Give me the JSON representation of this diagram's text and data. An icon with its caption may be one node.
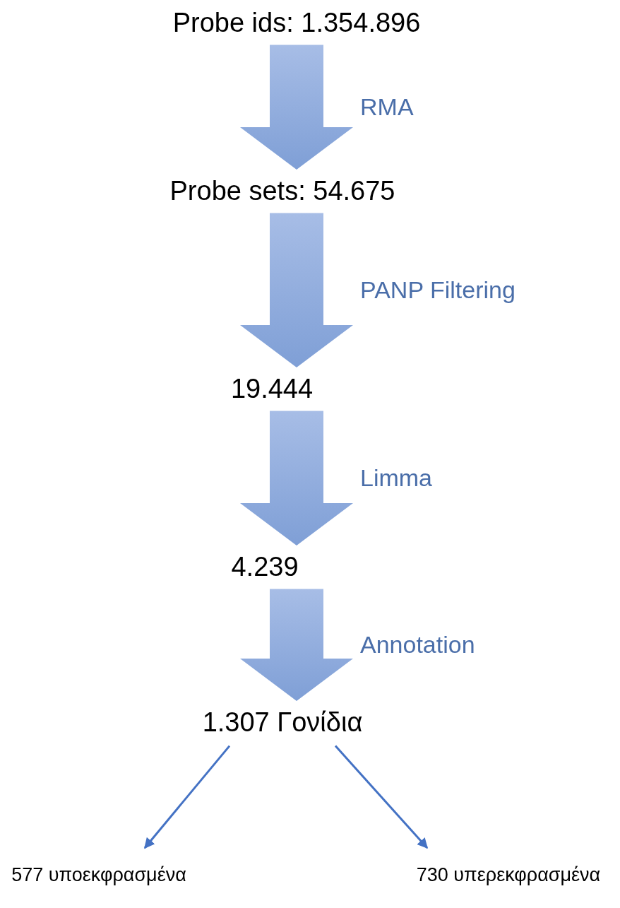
{
  "diagram": {
    "nodes": [
      {
        "text": [
          "Probe ids: 1.354.896"
        ]
      },
      {
        "text": [
          "Probe sets: 54.675"
        ]
      },
      {
        "text": [
          "19.444"
        ]
      },
      {
        "text": [
          "4.239"
        ]
      },
      {
        "text": [
          "1.307 Γονίδια"
        ]
      },
      {
        "text": [
          "577 υποεκφρασμένα"
        ]
      },
      {
        "text": [
          "730 υπερεκφρασμένα"
        ]
      }
    ],
    "edges": [
      {
        "from": 0,
        "to": 1,
        "arrow": "to",
        "label": "RMA",
        "style": "thick"
      },
      {
        "from": 1,
        "to": 2,
        "arrow": "to",
        "label": "PANP Filtering",
        "style": "thick"
      },
      {
        "from": 2,
        "to": 3,
        "arrow": "to",
        "label": "Limma",
        "style": "thick"
      },
      {
        "from": 3,
        "to": 4,
        "arrow": "to",
        "label": "Annotation",
        "style": "thick"
      },
      {
        "from": 4,
        "to": 5,
        "arrow": "to",
        "color": "#4472c4"
      },
      {
        "from": 4,
        "to": 6,
        "arrow": "to",
        "color": "#4472c4"
      }
    ]
  }
}
